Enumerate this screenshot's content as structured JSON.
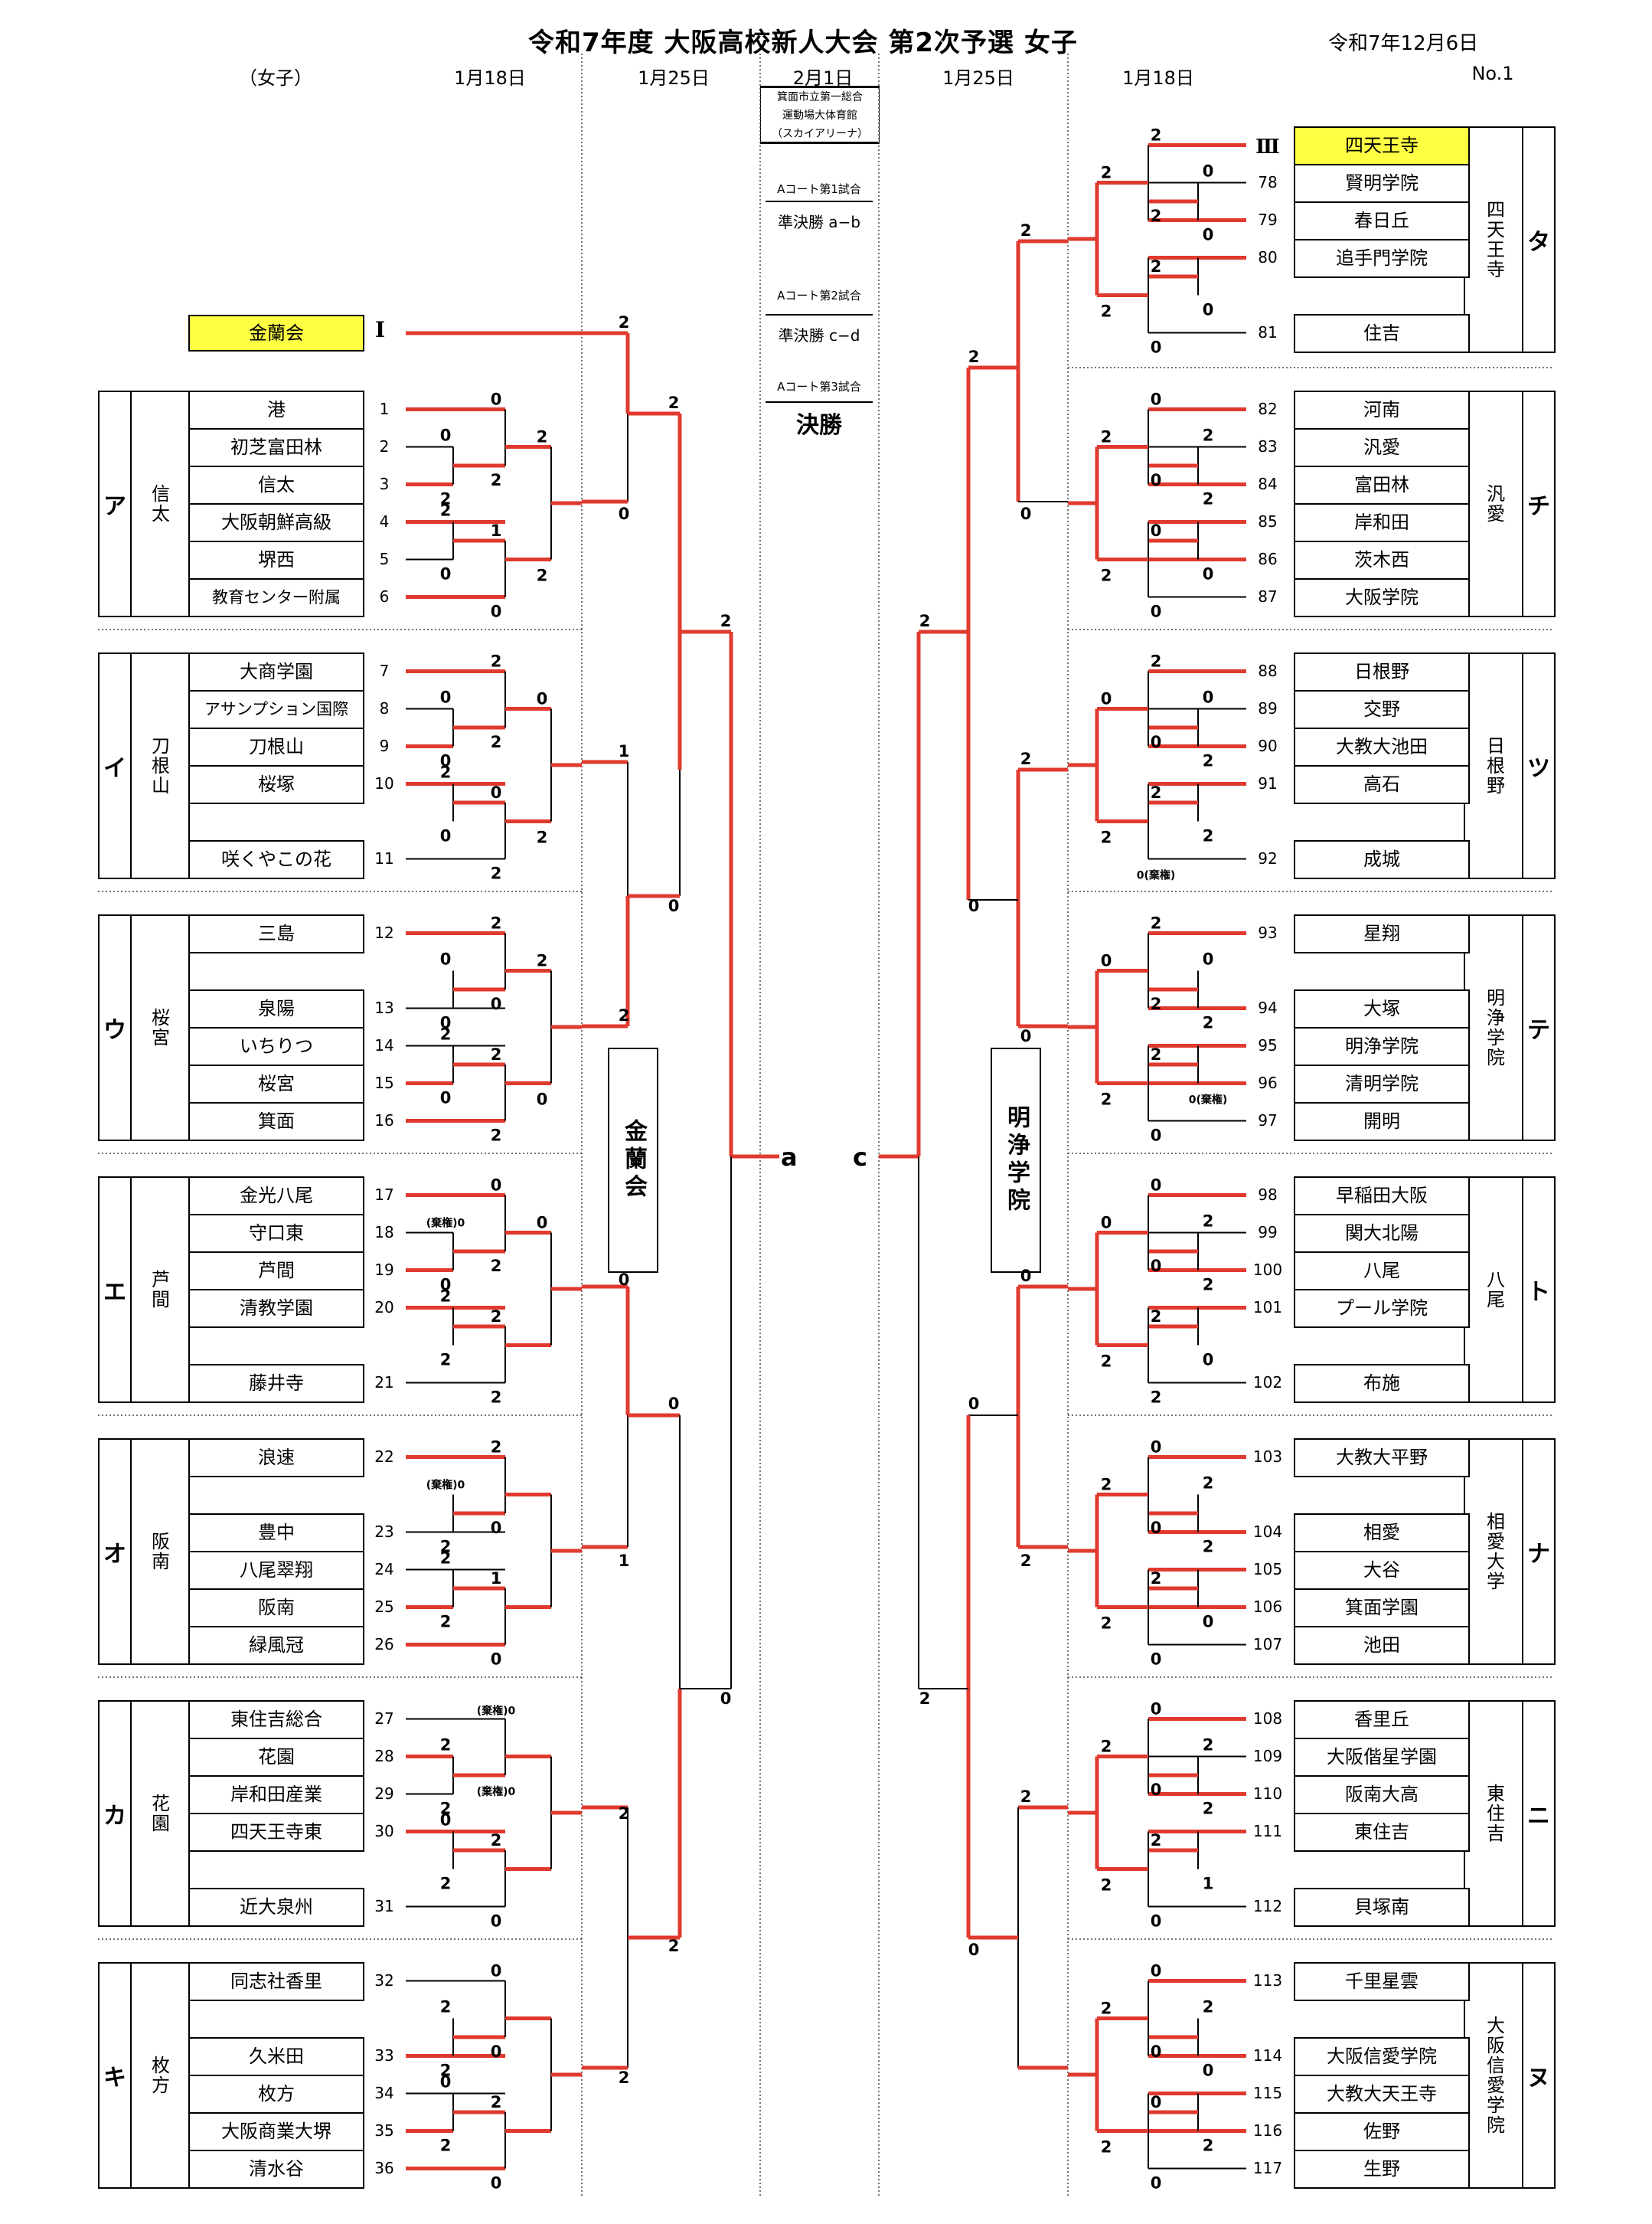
{
  "header": {
    "title": "令和7年度  大阪高校新人大会  第2次予選 女子",
    "issued_date": "令和7年12月6日",
    "page_no": "No.1",
    "columns": {
      "category": "（女子）",
      "left_r1": "1月18日",
      "left_r2": "1月25日",
      "center": "2月1日",
      "right_r2": "1月25日",
      "right_r1": "1月18日"
    }
  },
  "venue": {
    "lines": [
      "箕面市立第一総合",
      "運動場大体育館",
      "（スカイアリーナ）"
    ]
  },
  "finals_schedule": [
    {
      "court": "Aコート第1試合",
      "match": "準決勝   a−b"
    },
    {
      "court": "Aコート第2試合",
      "match": "準決勝   c−d"
    },
    {
      "court": "Aコート第3試合",
      "match": "決勝"
    }
  ],
  "colors": {
    "winner_line": "#e03a2f",
    "seed_highlight": "#ffff44",
    "line": "#000000"
  },
  "left": {
    "seed": {
      "mark": "Ⅰ",
      "name": "金蘭会"
    },
    "blocks": [
      {
        "letter": "ア",
        "host": "信太",
        "slots": [
          {
            "no": "1",
            "name": "港"
          },
          {
            "no": "2",
            "name": "初芝富田林"
          },
          {
            "no": "3",
            "name": "信太"
          },
          {
            "no": "4",
            "name": "大阪朝鮮高級"
          },
          {
            "no": "5",
            "name": "堺西"
          },
          {
            "no": "6",
            "name": "教育センター附属"
          }
        ]
      },
      {
        "letter": "イ",
        "host": "刀根山",
        "slots": [
          {
            "no": "7",
            "name": "大商学園"
          },
          {
            "no": "8",
            "name": "アサンプション国際"
          },
          {
            "no": "9",
            "name": "刀根山"
          },
          {
            "no": "10",
            "name": "桜塚"
          },
          {
            "no": "",
            "name": ""
          },
          {
            "no": "11",
            "name": "咲くやこの花"
          }
        ]
      },
      {
        "letter": "ウ",
        "host": "桜宮",
        "slots": [
          {
            "no": "12",
            "name": "三島"
          },
          {
            "no": "",
            "name": ""
          },
          {
            "no": "13",
            "name": "泉陽"
          },
          {
            "no": "14",
            "name": "いちりつ"
          },
          {
            "no": "15",
            "name": "桜宮"
          },
          {
            "no": "16",
            "name": "箕面"
          }
        ]
      },
      {
        "letter": "エ",
        "host": "芦間",
        "slots": [
          {
            "no": "17",
            "name": "金光八尾"
          },
          {
            "no": "18",
            "name": "守口東"
          },
          {
            "no": "19",
            "name": "芦間"
          },
          {
            "no": "20",
            "name": "清教学園"
          },
          {
            "no": "",
            "name": ""
          },
          {
            "no": "21",
            "name": "藤井寺"
          }
        ]
      },
      {
        "letter": "オ",
        "host": "阪南",
        "slots": [
          {
            "no": "22",
            "name": "浪速"
          },
          {
            "no": "",
            "name": ""
          },
          {
            "no": "23",
            "name": "豊中"
          },
          {
            "no": "24",
            "name": "八尾翠翔"
          },
          {
            "no": "25",
            "name": "阪南"
          },
          {
            "no": "26",
            "name": "緑風冠"
          }
        ]
      },
      {
        "letter": "カ",
        "host": "花園",
        "slots": [
          {
            "no": "27",
            "name": "東住吉総合"
          },
          {
            "no": "28",
            "name": "花園"
          },
          {
            "no": "29",
            "name": "岸和田産業"
          },
          {
            "no": "30",
            "name": "四天王寺東"
          },
          {
            "no": "",
            "name": ""
          },
          {
            "no": "31",
            "name": "近大泉州"
          }
        ]
      },
      {
        "letter": "キ",
        "host": "枚方",
        "slots": [
          {
            "no": "32",
            "name": "同志社香里"
          },
          {
            "no": "",
            "name": ""
          },
          {
            "no": "33",
            "name": "久米田"
          },
          {
            "no": "34",
            "name": "枚方"
          },
          {
            "no": "35",
            "name": "大阪商業大堺"
          },
          {
            "no": "36",
            "name": "清水谷"
          }
        ]
      }
    ],
    "semifinal_letter": "a",
    "qualified_team": "金蘭会"
  },
  "right": {
    "blocks": [
      {
        "letter": "タ",
        "host": "四天王寺",
        "slots": [
          {
            "no": "Ⅲ",
            "name": "四天王寺",
            "seed": true
          },
          {
            "no": "78",
            "name": "賢明学院"
          },
          {
            "no": "79",
            "name": "春日丘"
          },
          {
            "no": "80",
            "name": "追手門学院"
          },
          {
            "no": "",
            "name": ""
          },
          {
            "no": "81",
            "name": "住吉"
          }
        ]
      },
      {
        "letter": "チ",
        "host": "汎愛",
        "slots": [
          {
            "no": "82",
            "name": "河南"
          },
          {
            "no": "83",
            "name": "汎愛"
          },
          {
            "no": "84",
            "name": "富田林"
          },
          {
            "no": "85",
            "name": "岸和田"
          },
          {
            "no": "86",
            "name": "茨木西"
          },
          {
            "no": "87",
            "name": "大阪学院"
          }
        ]
      },
      {
        "letter": "ツ",
        "host": "日根野",
        "slots": [
          {
            "no": "88",
            "name": "日根野"
          },
          {
            "no": "89",
            "name": "交野"
          },
          {
            "no": "90",
            "name": "大教大池田"
          },
          {
            "no": "91",
            "name": "高石"
          },
          {
            "no": "",
            "name": ""
          },
          {
            "no": "92",
            "name": "成城"
          }
        ]
      },
      {
        "letter": "テ",
        "host": "明浄学院",
        "slots": [
          {
            "no": "93",
            "name": "星翔"
          },
          {
            "no": "",
            "name": ""
          },
          {
            "no": "94",
            "name": "大塚"
          },
          {
            "no": "95",
            "name": "明浄学院"
          },
          {
            "no": "96",
            "name": "清明学院"
          },
          {
            "no": "97",
            "name": "開明"
          }
        ]
      },
      {
        "letter": "ト",
        "host": "八尾",
        "slots": [
          {
            "no": "98",
            "name": "早稲田大阪"
          },
          {
            "no": "99",
            "name": "関大北陽"
          },
          {
            "no": "100",
            "name": "八尾"
          },
          {
            "no": "101",
            "name": "プール学院"
          },
          {
            "no": "",
            "name": ""
          },
          {
            "no": "102",
            "name": "布施"
          }
        ]
      },
      {
        "letter": "ナ",
        "host": "相愛大学",
        "slots": [
          {
            "no": "103",
            "name": "大教大平野"
          },
          {
            "no": "",
            "name": ""
          },
          {
            "no": "104",
            "name": "相愛"
          },
          {
            "no": "105",
            "name": "大谷"
          },
          {
            "no": "106",
            "name": "箕面学園"
          },
          {
            "no": "107",
            "name": "池田"
          }
        ]
      },
      {
        "letter": "ニ",
        "host": "東住吉",
        "slots": [
          {
            "no": "108",
            "name": "香里丘"
          },
          {
            "no": "109",
            "name": "大阪偕星学園"
          },
          {
            "no": "110",
            "name": "阪南大高"
          },
          {
            "no": "111",
            "name": "東住吉"
          },
          {
            "no": "",
            "name": ""
          },
          {
            "no": "112",
            "name": "貝塚南"
          }
        ]
      },
      {
        "letter": "ヌ",
        "host": "大阪信愛学院",
        "slots": [
          {
            "no": "113",
            "name": "千里星雲"
          },
          {
            "no": "",
            "name": ""
          },
          {
            "no": "114",
            "name": "大阪信愛学院"
          },
          {
            "no": "115",
            "name": "大教大天王寺"
          },
          {
            "no": "116",
            "name": "佐野"
          },
          {
            "no": "117",
            "name": "生野"
          }
        ]
      }
    ],
    "semifinal_letter": "c",
    "qualified_team": "明浄学院"
  },
  "scores": {
    "forfeit_label": "(棄権)",
    "left": [
      [
        "0",
        "0",
        "2",
        "2",
        "2",
        "1",
        "0",
        "0",
        "2",
        "2",
        "2",
        "0",
        "0"
      ],
      [
        "2",
        "0",
        "2",
        "0",
        "2",
        "0",
        "0",
        "2",
        "0",
        "2",
        "2"
      ],
      [
        "2",
        "0",
        "0",
        "0",
        "2",
        "2",
        "0",
        "2",
        "2",
        "0"
      ],
      [
        "0",
        "(棄権)0",
        "2",
        "0",
        "2",
        "2",
        "2",
        "2",
        "0"
      ],
      [
        "2",
        "(棄権)0",
        "0",
        "2",
        "2",
        "1",
        "2",
        "0"
      ],
      [
        "(棄権)0",
        "2",
        "(棄権)0",
        "2",
        "0",
        "2",
        "2",
        "0"
      ],
      [
        "0",
        "2",
        "0",
        "2",
        "0",
        "2",
        "2",
        "0"
      ]
    ],
    "left_upper": [
      "2",
      "2",
      "0",
      "1",
      "2",
      "0",
      "2",
      "0",
      "1",
      "0",
      "2",
      "2",
      "0",
      "2"
    ],
    "right": [
      [
        "2",
        "2",
        "0",
        "2",
        "0",
        "2",
        "0",
        "0",
        "2"
      ],
      [
        "0",
        "2",
        "2",
        "0",
        "2",
        "0",
        "0",
        "0",
        "2",
        "2"
      ],
      [
        "2",
        "0",
        "0",
        "0",
        "2",
        "2",
        "2",
        "0(棄権)",
        "2"
      ],
      [
        "2",
        "0",
        "0",
        "2",
        "2",
        "2",
        "0(棄権)",
        "0",
        "2"
      ],
      [
        "0",
        "0",
        "2",
        "0",
        "2",
        "2",
        "0",
        "2",
        "2"
      ],
      [
        "0",
        "2",
        "2",
        "0",
        "2",
        "2",
        "0",
        "0",
        "2"
      ],
      [
        "0",
        "2",
        "2",
        "0",
        "2",
        "2",
        "1",
        "0",
        "2"
      ],
      [
        "0",
        "2",
        "2",
        "0",
        "0",
        "0",
        "2",
        "0",
        "2"
      ]
    ],
    "right_upper": [
      "2",
      "0",
      "2",
      "2",
      "0",
      "0",
      "2",
      "0",
      "2",
      "0",
      "2",
      "0",
      "2"
    ]
  }
}
